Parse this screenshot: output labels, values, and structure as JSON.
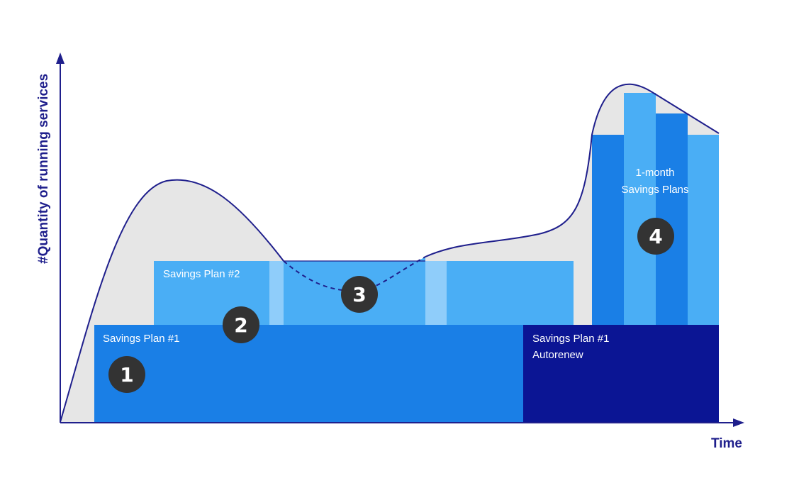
{
  "axes": {
    "y_label": "#Quantity of running services",
    "x_label": "Time"
  },
  "plans": {
    "sp1": "Savings Plan #1",
    "sp2": "Savings Plan #2",
    "sp1_autorenew_line1": "Savings Plan #1",
    "sp1_autorenew_line2": "Autorenew",
    "monthly_line1": "1-month",
    "monthly_line2": "Savings Plans"
  },
  "badges": [
    "1",
    "2",
    "3",
    "4"
  ],
  "colors": {
    "axis": "#1f1f8c",
    "usage_fill": "#e6e6e6",
    "sp1": "#1a7fe6",
    "sp2": "#4aaef5",
    "sp1_autorenew": "#0b1594",
    "gap": "#8fcdfa",
    "badge": "#333333"
  }
}
